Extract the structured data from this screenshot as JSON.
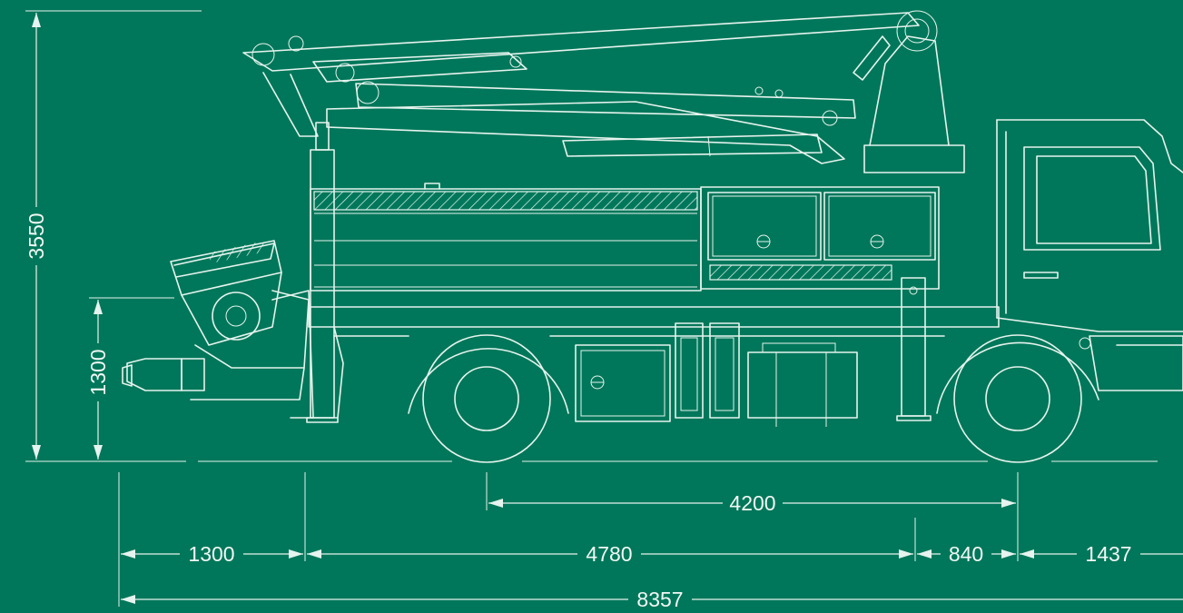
{
  "dimensions": {
    "height_total": "3550",
    "height_hopper": "1300",
    "wheelbase": "4200",
    "rear_overhang": "1300",
    "body_length": "4780",
    "axle_offset": "840",
    "front_overhang": "1437",
    "total_length": "8357"
  },
  "colors": {
    "background": "#00775a",
    "line": "#e6f3ee"
  }
}
